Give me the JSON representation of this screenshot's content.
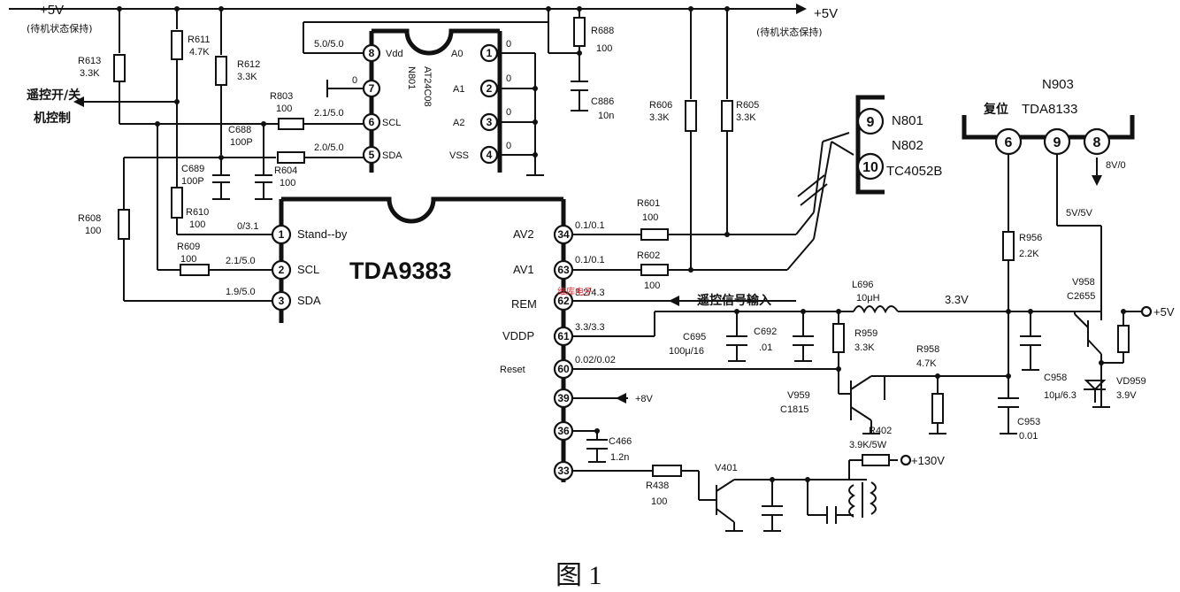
{
  "rails": {
    "left_5v": "+5V",
    "left_standby": "(待机状态保持)",
    "right_5v": "+5V",
    "right_standby": "(待机状态保持)"
  },
  "eeprom": {
    "name": "N801",
    "part": "AT24C08",
    "left_pins": [
      {
        "num": "8",
        "name": "Vdd",
        "volt": "5.0/5.0"
      },
      {
        "num": "7",
        "name": "",
        "volt": "0"
      },
      {
        "num": "6",
        "name": "SCL",
        "volt": "2.1/5.0"
      },
      {
        "num": "5",
        "name": "SDA",
        "volt": "2.0/5.0"
      }
    ],
    "right_pins": [
      {
        "num": "1",
        "name": "A0",
        "volt": "0"
      },
      {
        "num": "2",
        "name": "A1",
        "volt": "0"
      },
      {
        "num": "3",
        "name": "A2",
        "volt": "0"
      },
      {
        "num": "4",
        "name": "VSS",
        "volt": "0"
      }
    ]
  },
  "mcu": {
    "name": "TDA9383",
    "left_pins": [
      {
        "num": "1",
        "name": "Stand--by",
        "volt": "0/3.1"
      },
      {
        "num": "2",
        "name": "SCL",
        "volt": "2.1/5.0"
      },
      {
        "num": "3",
        "name": "SDA",
        "volt": "1.9/5.0"
      }
    ],
    "right_pins": [
      {
        "num": "34",
        "name": "AV2",
        "volt": "0.1/0.1"
      },
      {
        "num": "63",
        "name": "AV1",
        "volt": "0.1/0.1"
      },
      {
        "num": "62",
        "name": "REM",
        "volt": "3.2/4.3"
      },
      {
        "num": "61",
        "name": "VDDP",
        "volt": "3.3/3.3"
      },
      {
        "num": "60",
        "name": "Reset",
        "volt": "0.02/0.02"
      },
      {
        "num": "39",
        "name": "",
        "volt": ""
      },
      {
        "num": "36",
        "name": "",
        "volt": ""
      },
      {
        "num": "33",
        "name": "",
        "volt": ""
      }
    ]
  },
  "components": {
    "r613": {
      "ref": "R613",
      "val": "3.3K"
    },
    "r611": {
      "ref": "R611",
      "val": "4.7K"
    },
    "r612": {
      "ref": "R612",
      "val": "3.3K"
    },
    "r803": {
      "ref": "R803",
      "val": "100"
    },
    "c688": {
      "ref": "C688",
      "val": "100P"
    },
    "c689": {
      "ref": "C689",
      "val": "100P"
    },
    "r604": {
      "ref": "R604",
      "val": "100"
    },
    "r610": {
      "ref": "R610",
      "val": "100"
    },
    "r608": {
      "ref": "R608",
      "val": "100"
    },
    "r609": {
      "ref": "R609",
      "val": "100"
    },
    "r688": {
      "ref": "R688",
      "val": "100"
    },
    "c886": {
      "ref": "C886",
      "val": "10n"
    },
    "r606": {
      "ref": "R606",
      "val": "3.3K"
    },
    "r605": {
      "ref": "R605",
      "val": "3.3K"
    },
    "r601": {
      "ref": "R601",
      "val": "100"
    },
    "r602": {
      "ref": "R602",
      "val": "100"
    },
    "c695": {
      "ref": "C695",
      "val": "100μ/16"
    },
    "c692": {
      "ref": "C692",
      "val": ".01"
    },
    "c466": {
      "ref": "C466",
      "val": "1.2n"
    },
    "r438": {
      "ref": "R438",
      "val": "100"
    },
    "v401": {
      "ref": "V401"
    },
    "r402": {
      "ref": "R402",
      "val": "3.9K/5W"
    },
    "l696": {
      "ref": "L696",
      "val": "10μH"
    },
    "r959": {
      "ref": "R959",
      "val": "3.3K"
    },
    "r958": {
      "ref": "R958",
      "val": "4.7K"
    },
    "v959": {
      "ref": "V959",
      "val": "C1815"
    },
    "r956": {
      "ref": "R956",
      "val": "2.2K"
    },
    "v958": {
      "ref": "V958",
      "val": "C2655"
    },
    "c958": {
      "ref": "C958",
      "val": "10μ/6.3"
    },
    "c953": {
      "ref": "C953",
      "val": "0.01"
    },
    "vd959": {
      "ref": "VD959",
      "val": "3.9V"
    }
  },
  "labels": {
    "remote_power": "遥控开/关",
    "machine_control": "机控制",
    "remote_input": "遥控信号输入",
    "plus8v": "+8V",
    "v3_3": "3.3V",
    "out_5v": "+5V",
    "plus130v": "+130V",
    "n801": "N801",
    "n802": "N802",
    "tc4052b": "TC4052B",
    "n903": "N903",
    "reset": "复位",
    "tda8133": "TDA8133",
    "v8_0": "8V/0",
    "v5_5": "5V/5V",
    "pin9": "9",
    "pin10": "10",
    "pin6": "6",
    "pin8": "8",
    "watermark": "维库电子",
    "caption": "图 1"
  }
}
